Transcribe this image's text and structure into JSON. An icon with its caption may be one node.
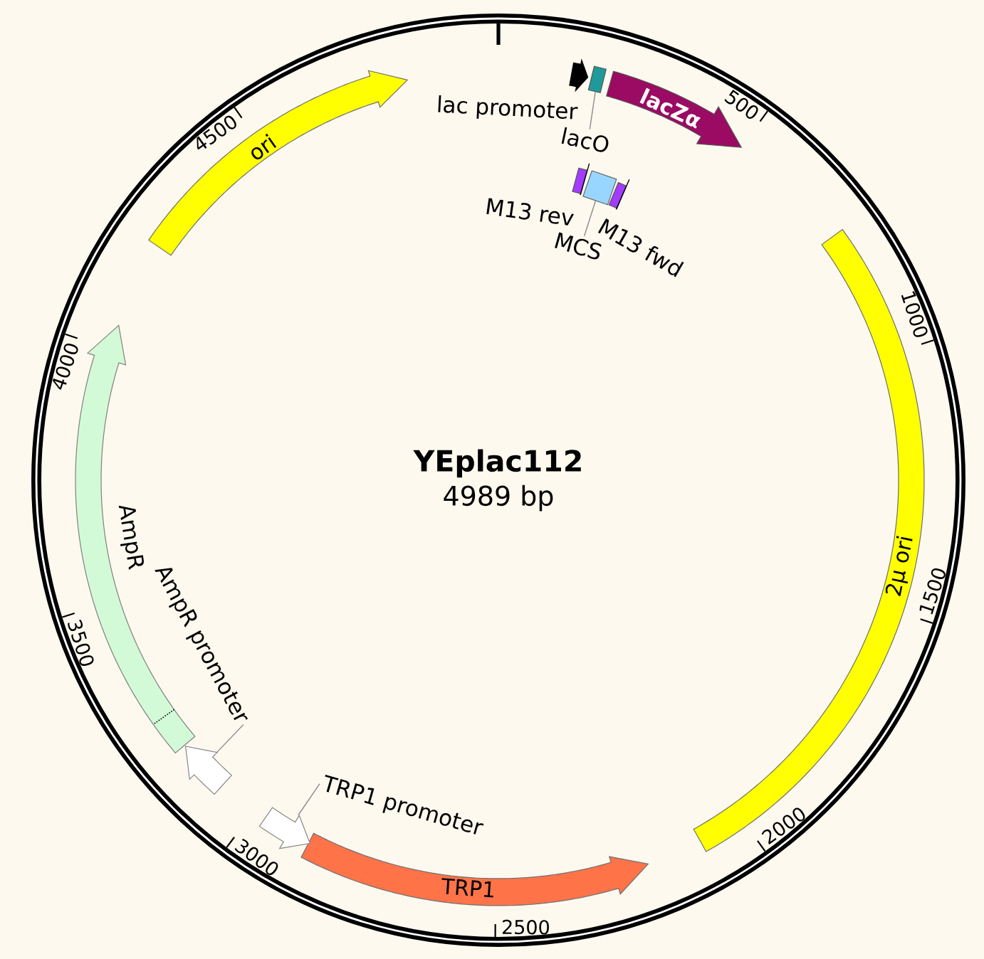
{
  "diagram": {
    "nodes": [
      {
        "text": [
          "YEplac112",
          "4989 bp"
        ]
      },
      {
        "text": [],
        "shape": "arrow",
        "beside": [
          "lac promoter"
        ],
        "in": 0
      },
      {
        "text": [],
        "shape": "box",
        "in": 0
      },
      {
        "text": [
          "lacO"
        ],
        "in": 0
      },
      {
        "text": [
          "lacZα"
        ],
        "in": 0
      },
      {
        "text": [],
        "shape": "box",
        "beside": [
          "M13 rev"
        ],
        "in": 0
      },
      {
        "text": [],
        "shape": "box",
        "in": 0
      },
      {
        "text": [
          "MCS"
        ],
        "in": 0
      },
      {
        "text": [],
        "shape": "box",
        "beside": [
          "M13 fwd"
        ],
        "in": 0
      },
      {
        "text": [
          "2μ ori"
        ],
        "in": 0
      },
      {
        "text": [
          "TRP1"
        ],
        "in": 0
      },
      {
        "text": [],
        "shape": "arrow",
        "in": 0
      },
      {
        "text": [
          "TRP1 promoter"
        ],
        "in": 0
      },
      {
        "text": [],
        "shape": "arrow",
        "in": 0
      },
      {
        "text": [
          "AmpR promoter"
        ],
        "in": 0
      },
      {
        "text": [],
        "shape": "arrow",
        "beside": [
          "AmpR"
        ],
        "in": 0
      },
      {
        "text": [
          "ori"
        ],
        "in": 0
      }
    ],
    "edges": [
      {
        "from": 3,
        "to": 2,
        "arrow": "none"
      },
      {
        "from": 7,
        "to": 6,
        "arrow": "none"
      },
      {
        "from": 12,
        "to": 11,
        "arrow": "none"
      },
      {
        "from": 14,
        "to": 13,
        "arrow": "none"
      }
    ],
    "labels": [
      "500",
      "1000",
      "1500",
      "2000",
      "2500",
      "3000",
      "3500",
      "4000",
      "4500"
    ]
  }
}
